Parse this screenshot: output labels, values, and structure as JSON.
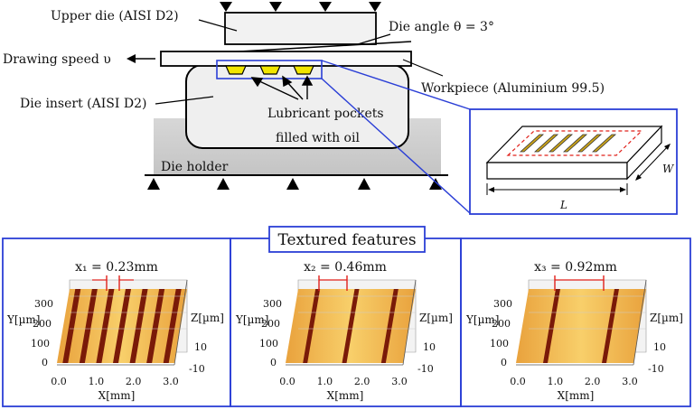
{
  "schematic": {
    "upper_die": "Upper die (AISI D2)",
    "die_angle": "Die angle θ = 3°",
    "drawing_speed": "Drawing speed υ",
    "workpiece": "Workpiece (Aluminium 99.5)",
    "die_insert": "Die insert (AISI D2)",
    "lubricant_line1": "Lubricant pockets",
    "lubricant_line2": "filled with oil",
    "die_holder": "Die holder",
    "dim_w": "W",
    "dim_l": "L"
  },
  "textured": {
    "title": "Textured features",
    "panels": [
      {
        "spacing_label": "x₁ = 0.23mm"
      },
      {
        "spacing_label": "x₂ = 0.46mm"
      },
      {
        "spacing_label": "x₃ = 0.92mm"
      }
    ],
    "y_axis_label": "Y[µm]",
    "z_axis_label": "Z[µm]",
    "x_axis_label": "X[mm]",
    "y_ticks": [
      "300",
      "200",
      "100",
      "0"
    ],
    "z_ticks": [
      "10",
      "-10"
    ],
    "x_ticks": [
      "0.0",
      "1.0",
      "2.0",
      "3.0"
    ]
  },
  "colors": {
    "pocket_fill": "#f2e600",
    "highlight_box": "#2b3fd6",
    "dim_arrow": "#e0201a",
    "surface_light": "#f6c45a",
    "groove_dark": "#7a1a08"
  }
}
